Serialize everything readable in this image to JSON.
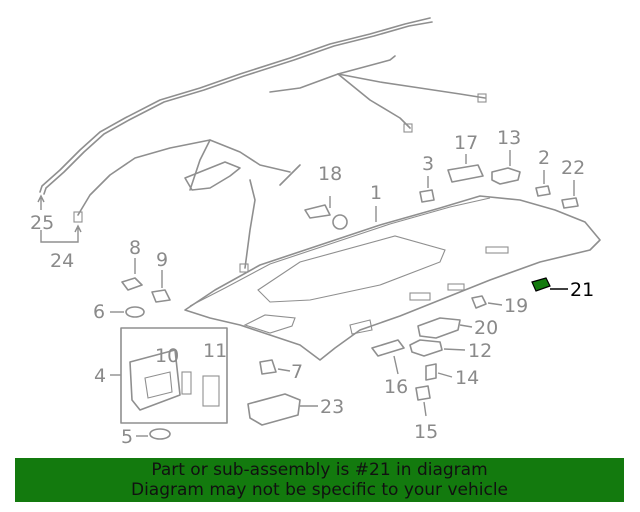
{
  "callouts": [
    "25",
    "24",
    "8",
    "9",
    "6",
    "4",
    "10",
    "11",
    "5",
    "18",
    "1",
    "3",
    "17",
    "13",
    "2",
    "22",
    "21",
    "19",
    "20",
    "12",
    "14",
    "15",
    "16",
    "7",
    "23"
  ],
  "highlighted_callout": "21",
  "colors": {
    "banner": "#137a0e",
    "highlight_part": "#137a0e",
    "line_art": "#8f8f8f",
    "label": "#8a8a8a"
  },
  "banner": {
    "line1": "Part or sub-assembly is #21 in diagram",
    "line2": "Diagram may not be specific to your vehicle"
  }
}
